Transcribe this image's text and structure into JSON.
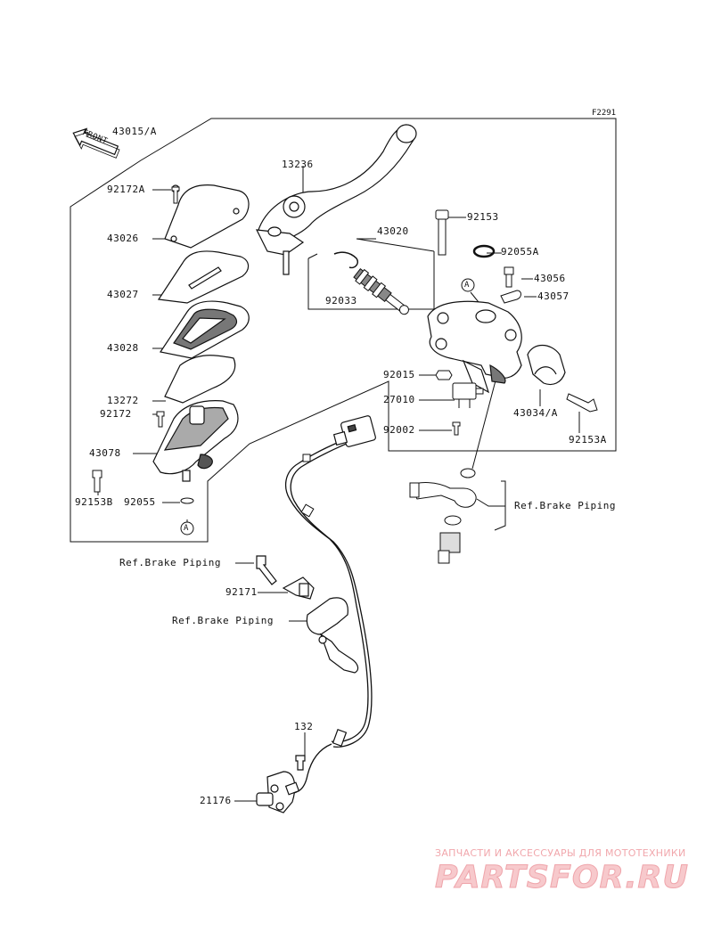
{
  "diagram_code": "F2291",
  "front_label": "FRONT",
  "callouts": {
    "p43015A": "43015/A",
    "p13236": "13236",
    "p92172A": "92172A",
    "p43026": "43026",
    "p43027": "43027",
    "p43028": "43028",
    "p13272": "13272",
    "p92172": "92172",
    "p43078": "43078",
    "p92153B": "92153B",
    "p92055": "92055",
    "p43020": "43020",
    "p92033": "92033",
    "p92153": "92153",
    "p92055A": "92055A",
    "p43056": "43056",
    "p43057": "43057",
    "p92015": "92015",
    "p27010": "27010",
    "p92002": "92002",
    "p43034A": "43034/A",
    "p92153A": "92153A",
    "ref1": "Ref.Brake Piping",
    "ref2": "Ref.Brake Piping",
    "ref3": "Ref.Brake Piping",
    "p92171": "92171",
    "p132": "132",
    "p21176": "21176"
  },
  "markers": {
    "a1": "A",
    "a2": "A"
  },
  "watermark": {
    "tagline": "ЗАПЧАСТИ И АКСЕССУАРЫ ДЛЯ МОТОТЕХНИКИ",
    "brand": "PARTSFOR.RU"
  }
}
